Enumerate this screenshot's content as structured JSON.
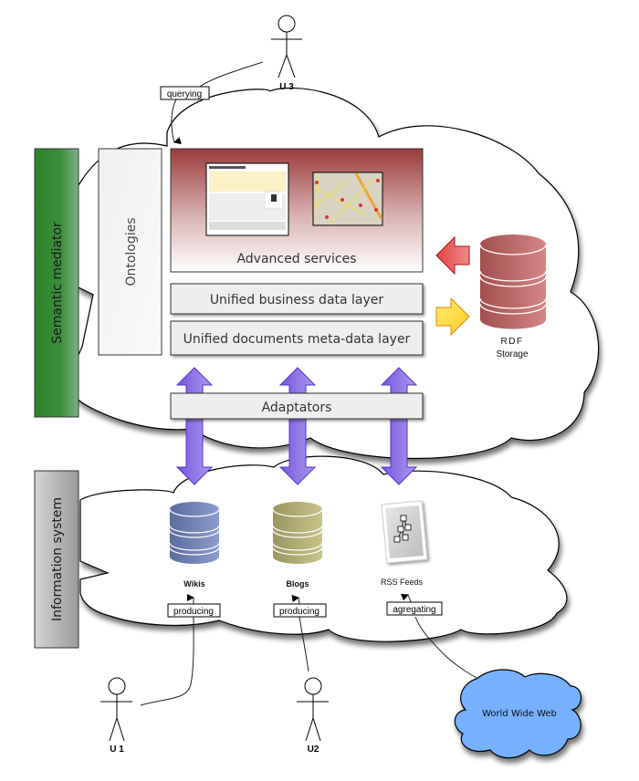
{
  "title": "Semantic mediator architecture",
  "colors": {
    "semantic_mediator": "#2e8b2e",
    "information_system": "#b0b0b0",
    "advanced_services_top": "#9a3d3d",
    "rdf_storage": "#b55a5a",
    "wikis_db": "#6677aa",
    "blogs_db": "#aaa870",
    "adaptor_arrows": "#8866ee",
    "red_arrow": "#e05555",
    "yellow_arrow": "#ffdd44",
    "www_cloud": "#77b0ff"
  },
  "side_labels": {
    "semantic_mediator": "Semantic mediator",
    "information_system": "Information system"
  },
  "mediator": {
    "ontologies": "Ontologies",
    "advanced_services": "Advanced services",
    "business_layer": "Unified business data layer",
    "documents_layer": "Unified documents meta-data layer",
    "adaptators": "Adaptators",
    "rdf_storage_line1": "RDF",
    "rdf_storage_line2": "Storage"
  },
  "sources": [
    {
      "label": "Wikis",
      "action": "producing",
      "icon": "database-icon"
    },
    {
      "label": "Blogs",
      "action": "producing",
      "icon": "database-icon"
    },
    {
      "label": "RSS Feeds",
      "action": "agregating",
      "icon": "feed-document-icon"
    }
  ],
  "actors": {
    "u1": "U 1",
    "u2": "U2",
    "u3": "U 3",
    "u3_action": "querying"
  },
  "www": "World Wide Web"
}
